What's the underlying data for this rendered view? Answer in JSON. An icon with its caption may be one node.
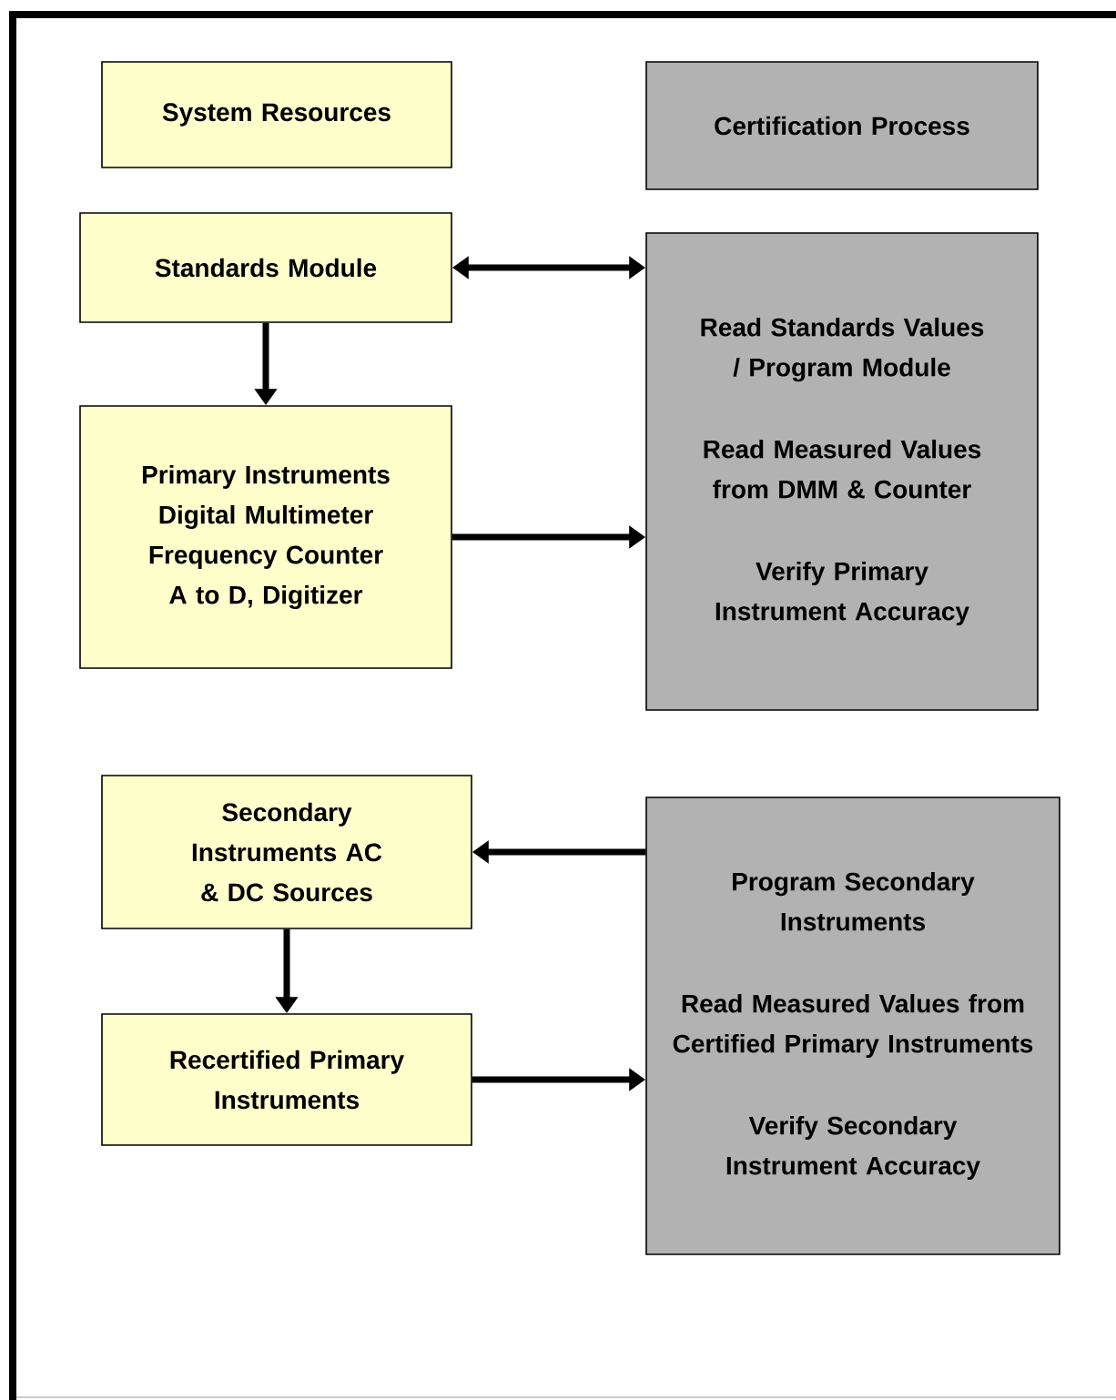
{
  "diagram": {
    "nodes": [
      {
        "text": [
          "System Resources"
        ]
      },
      {
        "text": [
          "Certification Process"
        ]
      },
      {
        "text": [
          "Standards Module"
        ]
      },
      {
        "text": [
          "Read Standards Values / Program Module",
          "Read Measured Values from DMM & Counter",
          "Verify Primary Instrument Accuracy"
        ]
      },
      {
        "text": [
          "Primary Instruments Digital Multimeter Frequency Counter A to D, Digitizer"
        ]
      },
      {
        "text": [
          "Secondary Instruments AC & DC Sources"
        ]
      },
      {
        "text": [
          "Program Secondary Instruments",
          "Read Measured Values from Certified Primary Instruments",
          "Verify Secondary Instrument Accuracy"
        ]
      },
      {
        "text": [
          "Recertified Primary Instruments"
        ]
      }
    ],
    "edges": [
      {
        "from": 2,
        "to": 3,
        "arrow": "both"
      },
      {
        "from": 2,
        "to": 4,
        "arrow": "to"
      },
      {
        "from": 4,
        "to": 3,
        "arrow": "to"
      },
      {
        "from": 6,
        "to": 5,
        "arrow": "to"
      },
      {
        "from": 5,
        "to": 7,
        "arrow": "to"
      },
      {
        "from": 7,
        "to": 6,
        "arrow": "to"
      }
    ]
  }
}
